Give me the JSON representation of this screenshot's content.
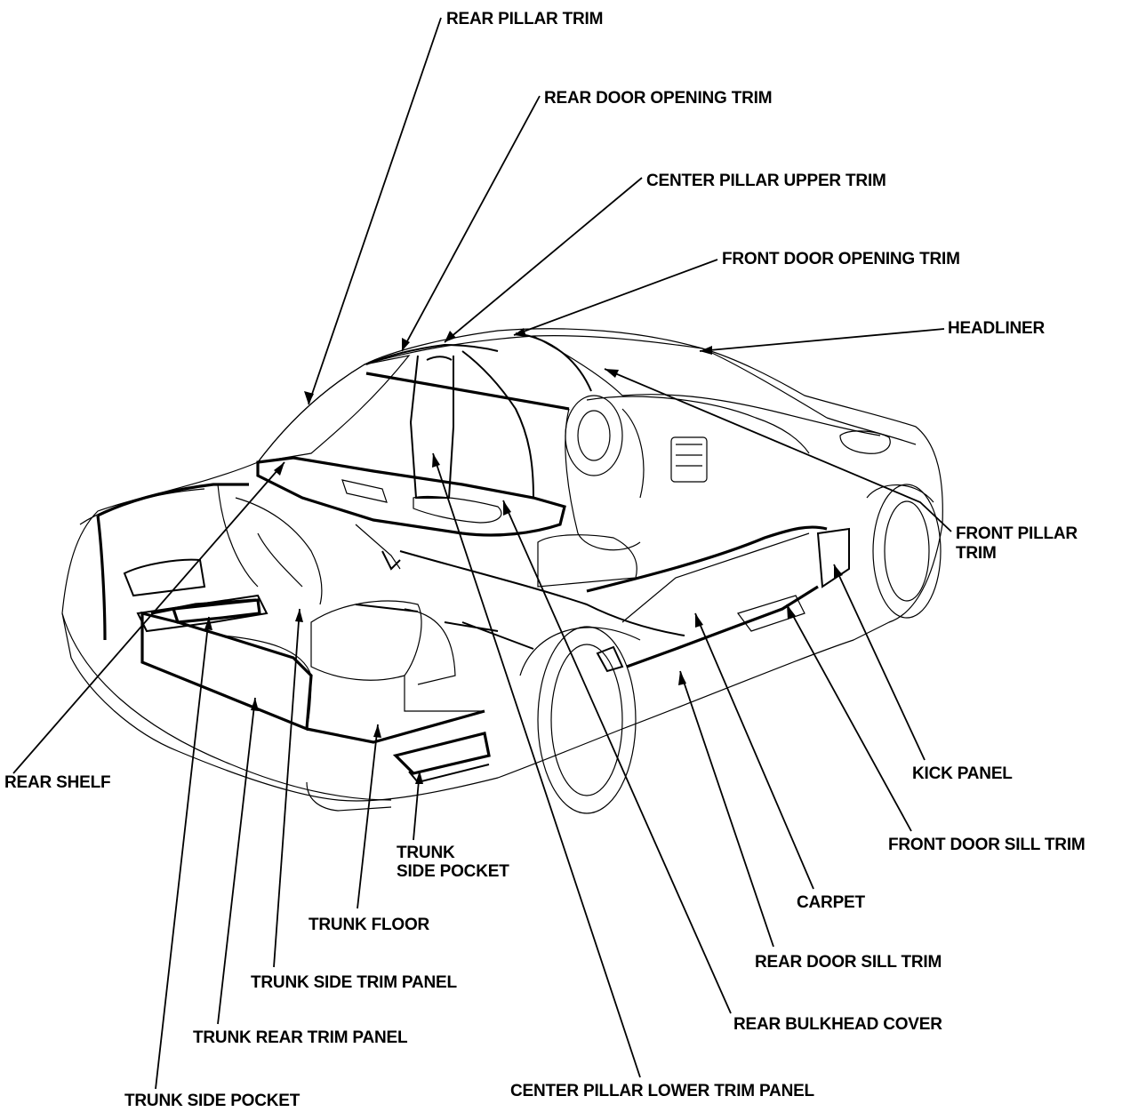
{
  "labels": {
    "rear_pillar_trim": "REAR PILLAR TRIM",
    "rear_door_opening_trim": "REAR DOOR OPENING TRIM",
    "center_pillar_upper_trim": "CENTER PILLAR UPPER TRIM",
    "front_door_opening_trim": "FRONT DOOR OPENING TRIM",
    "headliner": "HEADLINER",
    "front_pillar_trim_1": "FRONT PILLAR",
    "front_pillar_trim_2": "TRIM",
    "kick_panel": "KICK PANEL",
    "front_door_sill_trim": "FRONT DOOR SILL TRIM",
    "carpet": "CARPET",
    "rear_door_sill_trim": "REAR DOOR SILL TRIM",
    "rear_bulkhead_cover": "REAR BULKHEAD COVER",
    "center_pillar_lower_trim_panel": "CENTER PILLAR LOWER TRIM PANEL",
    "trunk_side_pocket_bottom": "TRUNK SIDE POCKET",
    "trunk_rear_trim_panel": "TRUNK REAR TRIM PANEL",
    "trunk_side_trim_panel": "TRUNK SIDE TRIM PANEL",
    "trunk_floor": "TRUNK FLOOR",
    "trunk_side_pocket_mid_1": "TRUNK",
    "trunk_side_pocket_mid_2": "SIDE POCKET",
    "rear_shelf": "REAR SHELF"
  }
}
